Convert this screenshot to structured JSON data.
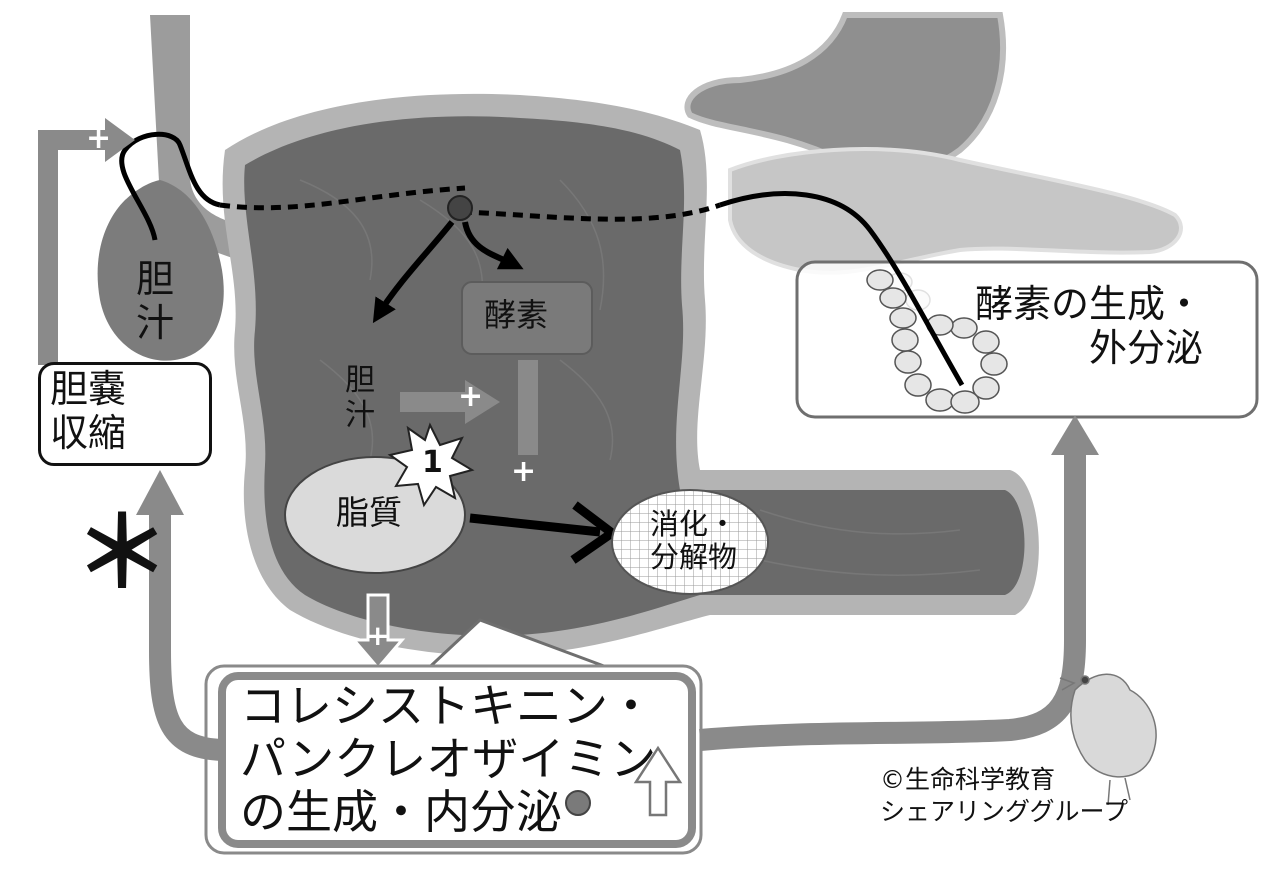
{
  "labels": {
    "bile_left": "胆\n汁",
    "bile_center": "胆\n汁",
    "enzyme_center": "酵素",
    "lipid": "脂質",
    "digestion_products": "消化・\n分解物",
    "gallbladder_contraction": "胆嚢\n収縮",
    "enzyme_secretion": "酵素の生成・\n外分泌",
    "hormone_line1": "コレシストキニン・",
    "hormone_line2": "パンクレオザイミン",
    "hormone_line3": "の生成・内分泌",
    "star_number": "1",
    "asterisk": "＊",
    "copyright_line1": "©生命科学教育",
    "copyright_line2": "シェアリンググループ"
  },
  "signs": {
    "plus": "+"
  },
  "colors": {
    "organ_dark": "#6a6a6a",
    "organ_light": "#b4b4b4",
    "pancreas": "#c9c9c9",
    "arrow_gray": "#8a8a8a",
    "line_black": "#000000"
  }
}
